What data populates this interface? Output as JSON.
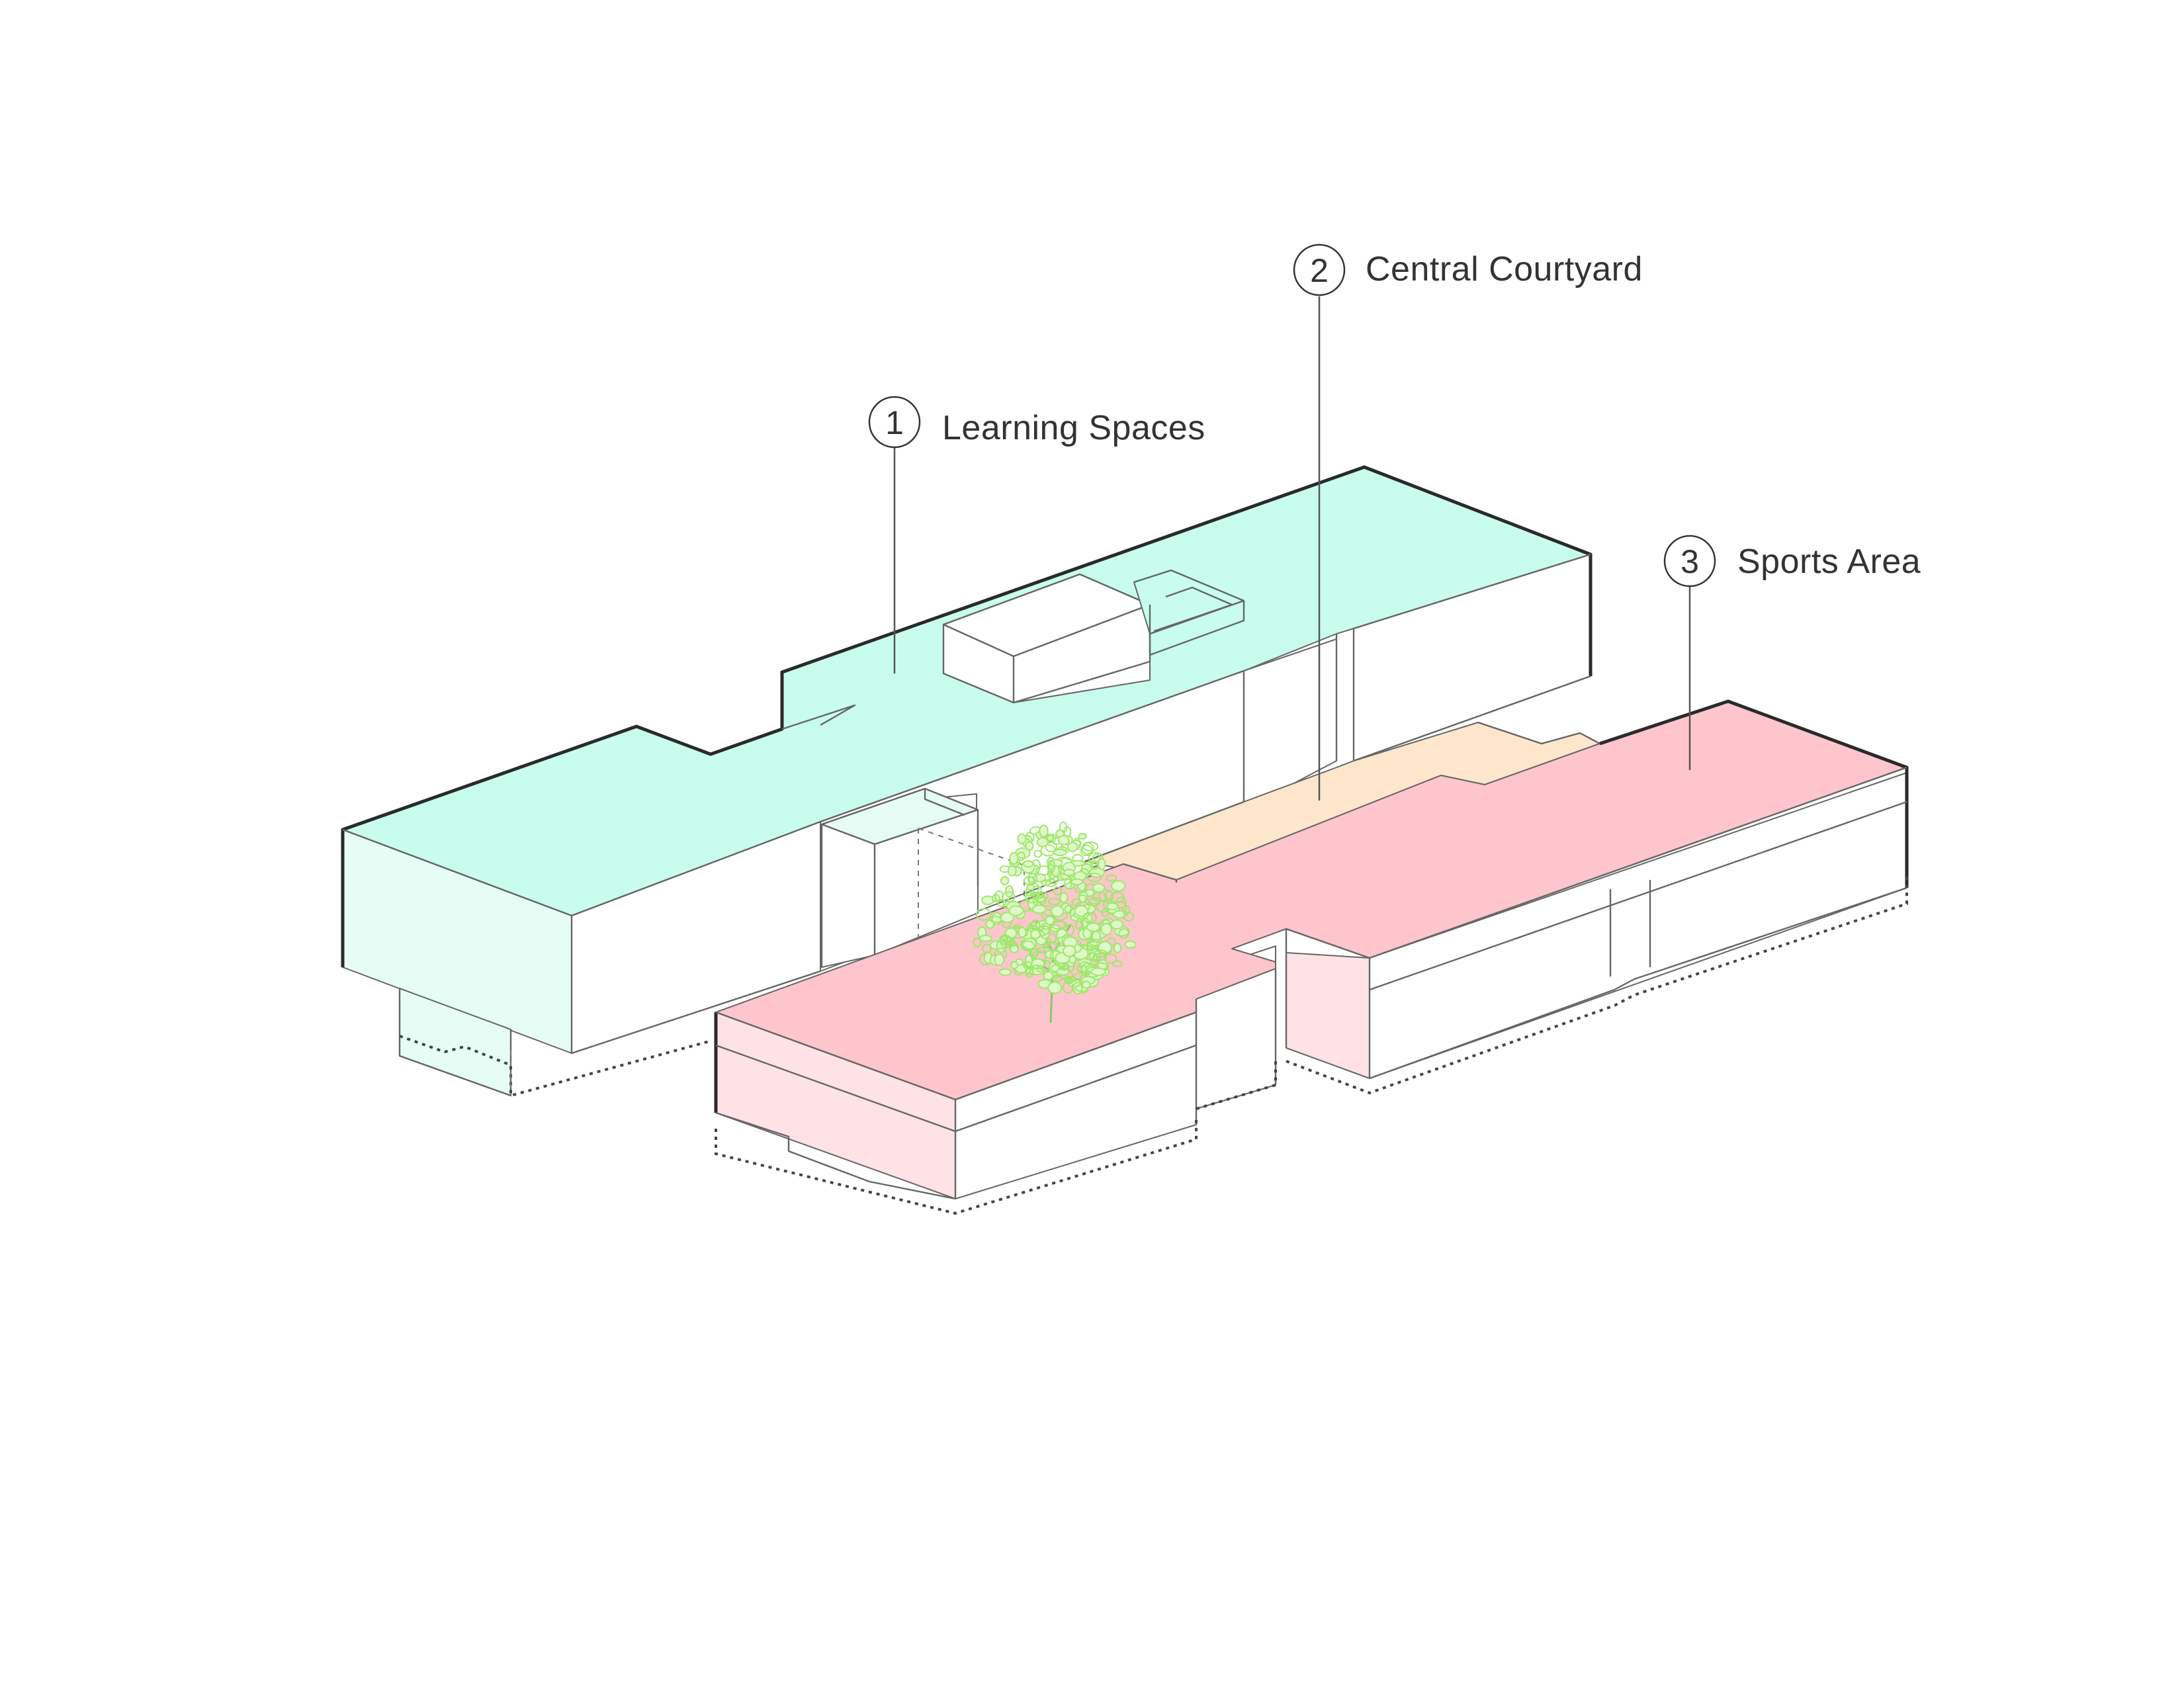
{
  "colors": {
    "learning": "#c8fdee",
    "learning_side": "#e6fdf6",
    "courtyard": "#fde6cc",
    "sports": "#fec5cd",
    "sports_side": "#fee2e6",
    "tree": "#9ee86c",
    "wall": "#ffffff",
    "line": "#333333"
  },
  "callouts": [
    {
      "number": "1",
      "label": "Learning Spaces"
    },
    {
      "number": "2",
      "label": "Central Courtyard"
    },
    {
      "number": "3",
      "label": "Sports Area"
    }
  ],
  "icons": {
    "callout_marker": "circled-number",
    "courtyard_tree": "tree-icon"
  }
}
